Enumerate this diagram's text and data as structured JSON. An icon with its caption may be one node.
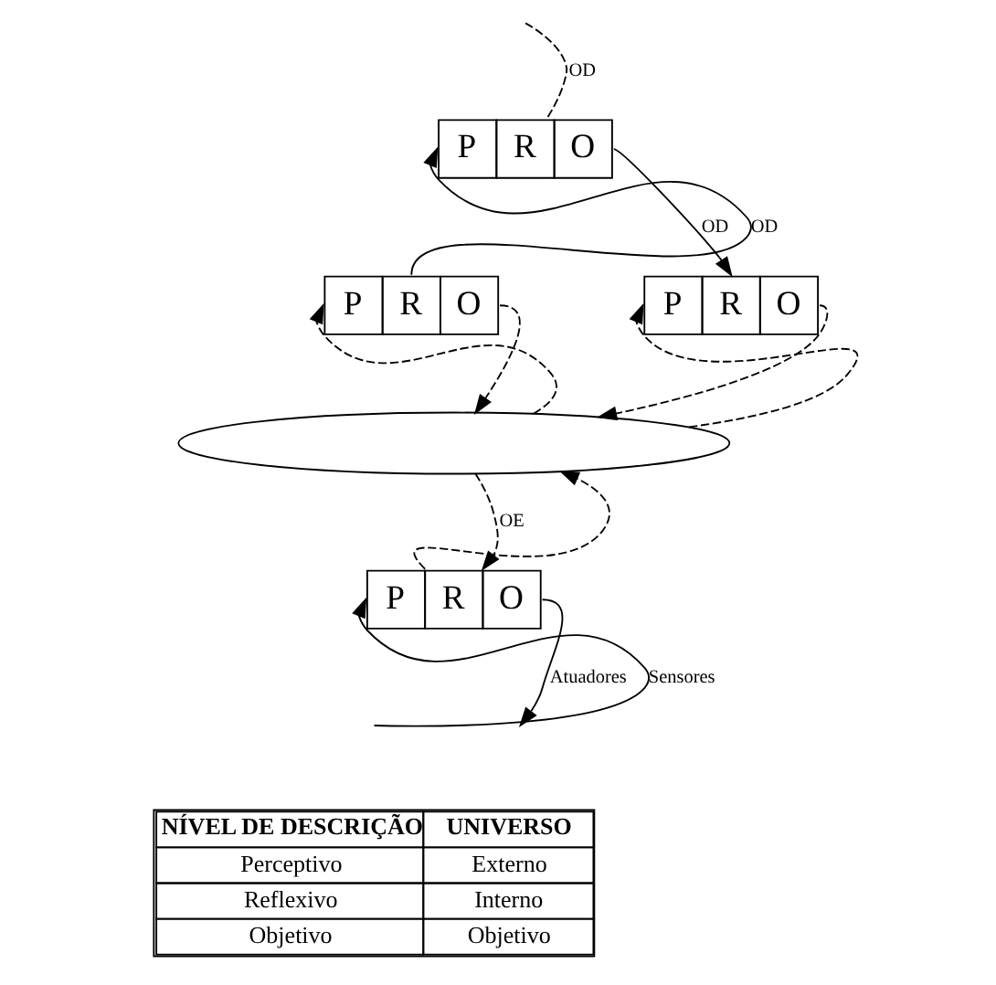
{
  "diagram": {
    "nodes": [
      {
        "text": [
          "P",
          "R",
          "O"
        ]
      },
      {
        "text": [
          "P",
          "R",
          "O"
        ]
      },
      {
        "text": [
          "P",
          "R",
          "O"
        ]
      },
      {
        "text": [],
        "shape": "cloud"
      },
      {
        "text": [
          "P",
          "R",
          "O"
        ]
      }
    ],
    "edges": [
      {
        "from": null,
        "to": 0,
        "arrow": "none",
        "style": "dashed",
        "label": "OD"
      },
      {
        "from": 1,
        "to": 0,
        "arrow": "to",
        "label": "OD"
      },
      {
        "from": 0,
        "to": 2,
        "arrow": "to",
        "label": "OD"
      },
      {
        "from": 3,
        "to": 1,
        "arrow": "to",
        "style": "dashed"
      },
      {
        "from": 1,
        "to": 3,
        "arrow": "to",
        "style": "dashed"
      },
      {
        "from": 3,
        "to": 2,
        "arrow": "to",
        "style": "dashed"
      },
      {
        "from": 2,
        "to": 3,
        "arrow": "to",
        "style": "dashed"
      },
      {
        "from": 4,
        "to": 3,
        "arrow": "to",
        "style": "dashed"
      },
      {
        "from": 3,
        "to": 4,
        "arrow": "to",
        "style": "dashed",
        "label": "OE"
      },
      {
        "from": null,
        "to": 4,
        "arrow": "to",
        "label": "Sensores"
      },
      {
        "from": 4,
        "to": null,
        "arrow": "to",
        "label": "Atuadores"
      }
    ],
    "labels": [
      "NÍVEL DE DESCRIÇÃO",
      "UNIVERSO",
      "Perceptivo",
      "Externo",
      "Reflexivo",
      "Interno",
      "Objetivo",
      "Objetivo"
    ]
  }
}
